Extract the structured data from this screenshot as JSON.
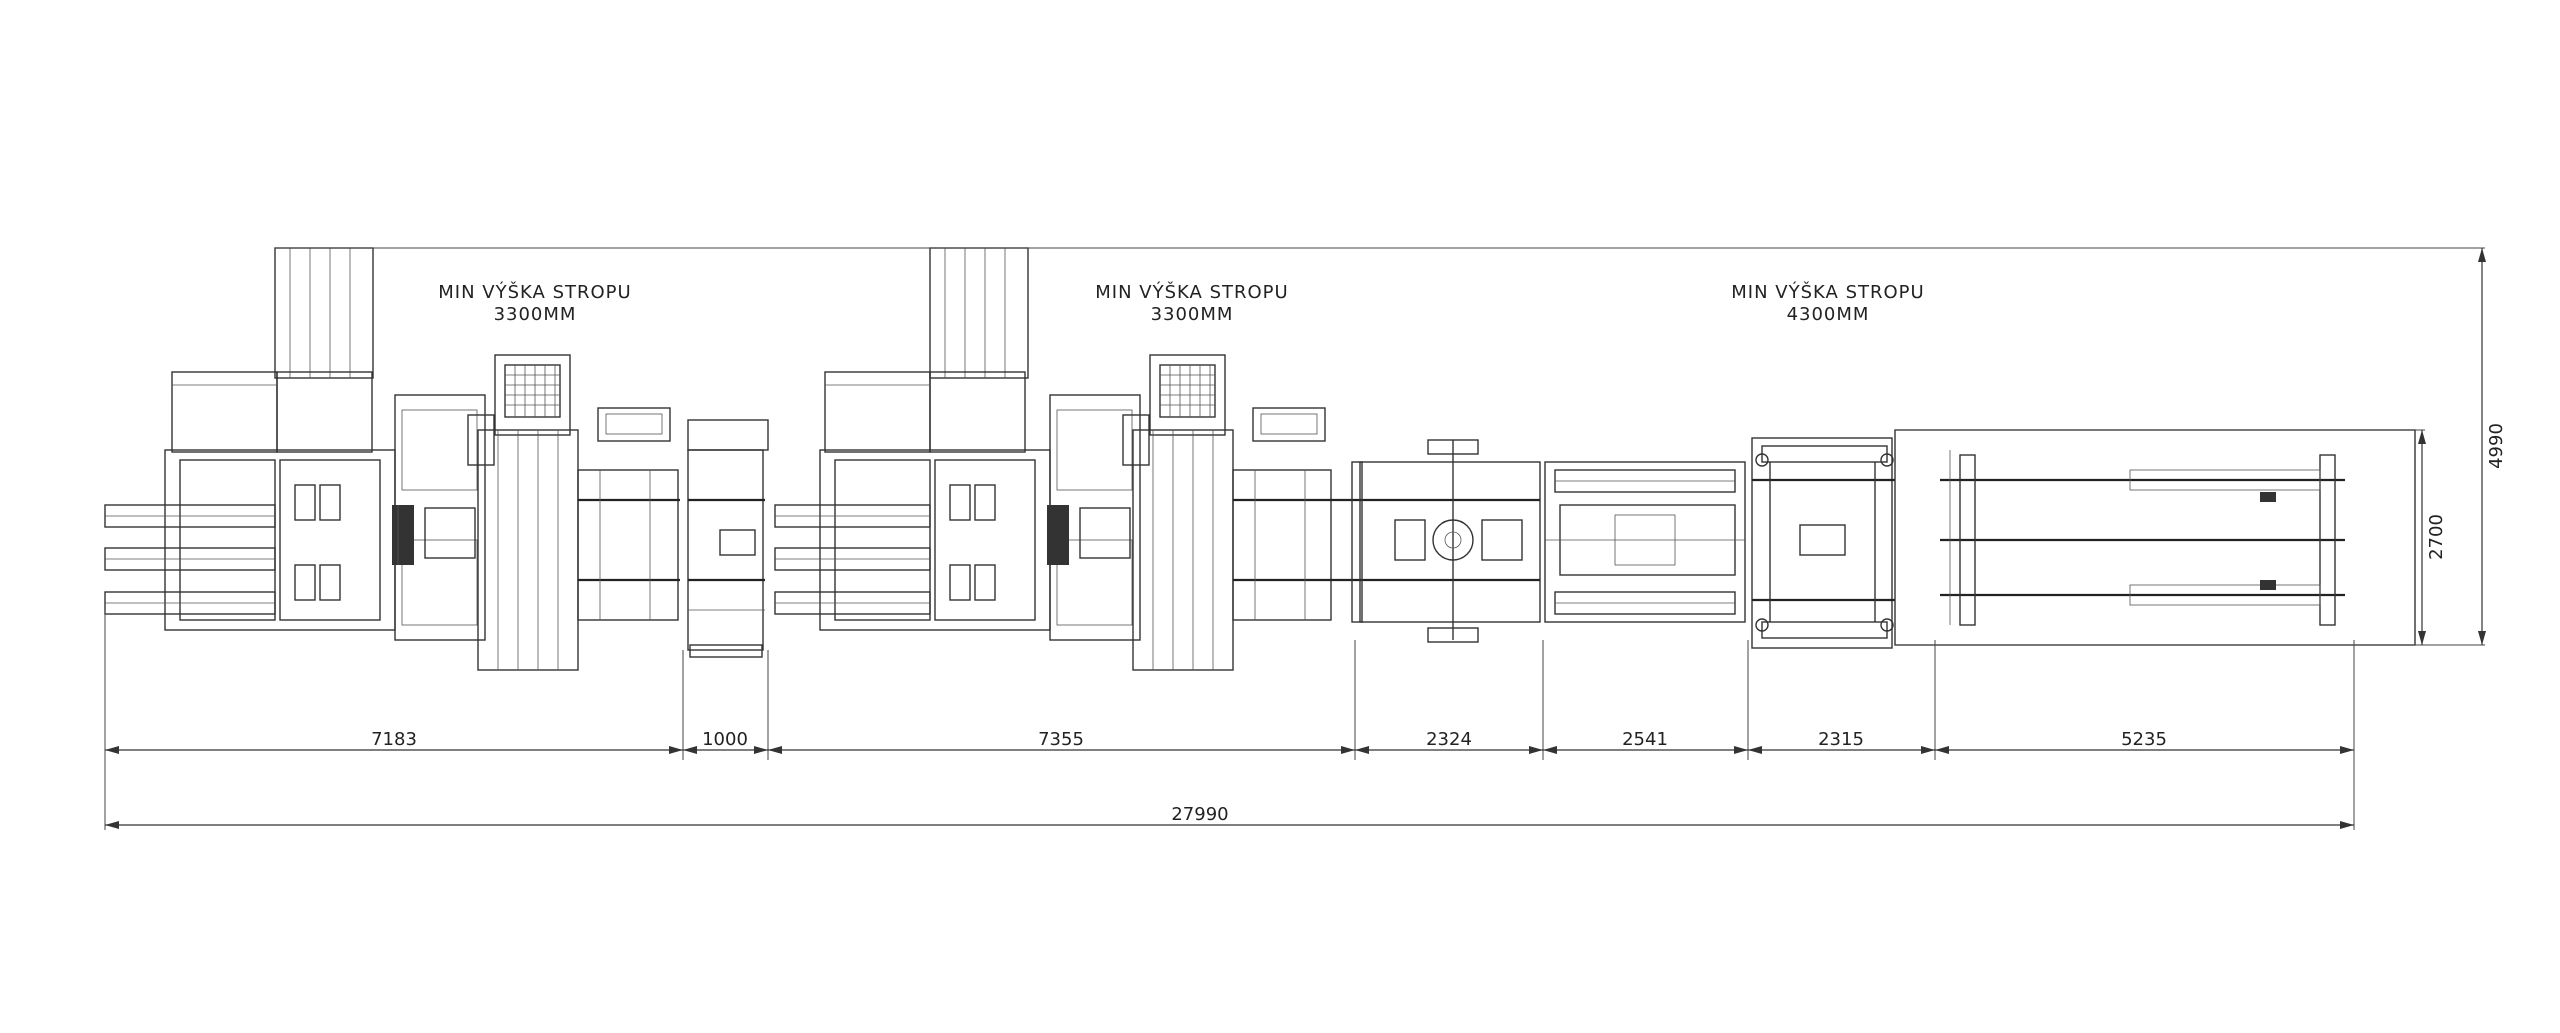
{
  "notes": [
    {
      "line1": "MIN VÝŠKA STROPU",
      "line2": "3300MM"
    },
    {
      "line1": "MIN VÝŠKA STROPU",
      "line2": "3300MM"
    },
    {
      "line1": "MIN VÝŠKA STROPU",
      "line2": "4300MM"
    }
  ],
  "dimensions": {
    "segments": [
      "7183",
      "1000",
      "7355",
      "2324",
      "2541",
      "2315",
      "5235"
    ],
    "total_length": "27990",
    "total_height": "4990",
    "frame_height": "2700"
  }
}
